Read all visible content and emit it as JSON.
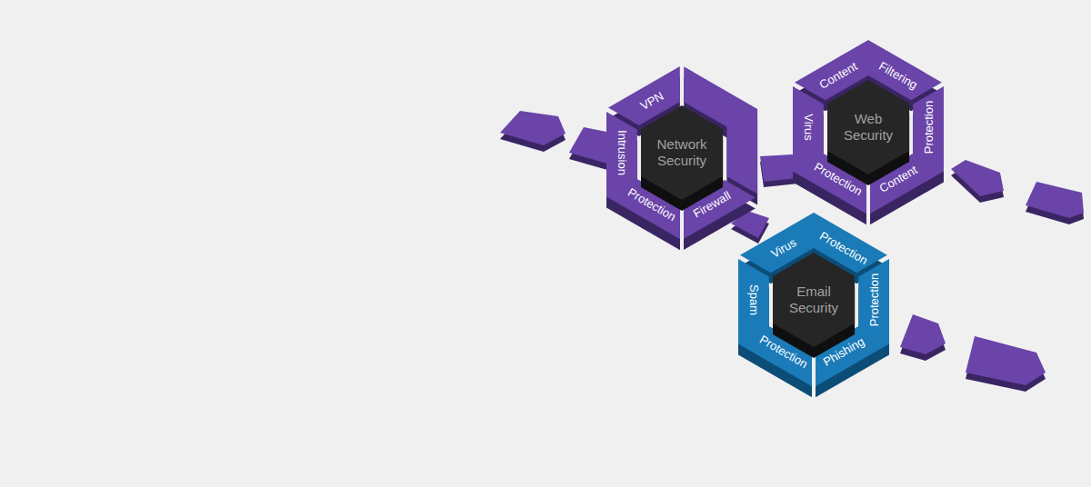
{
  "diagram": {
    "nodes": [
      {
        "text": [
          "Network Security"
        ]
      },
      {
        "text": [
          "VPN"
        ]
      },
      {
        "text": [
          "Intrusion",
          "Protection"
        ]
      },
      {
        "text": [
          "Firewall"
        ]
      },
      {
        "text": [
          "Web Security"
        ]
      },
      {
        "text": [
          "Content",
          "Filtering"
        ]
      },
      {
        "text": [
          "Virus",
          "Protection"
        ]
      },
      {
        "text": [
          "Content",
          "Protection"
        ]
      },
      {
        "text": [
          "Email Security"
        ]
      },
      {
        "text": [
          "Virus",
          "Protection"
        ]
      },
      {
        "text": [
          "Spam",
          "Protection"
        ]
      },
      {
        "text": [
          "Phishing",
          "Protection"
        ]
      }
    ]
  }
}
